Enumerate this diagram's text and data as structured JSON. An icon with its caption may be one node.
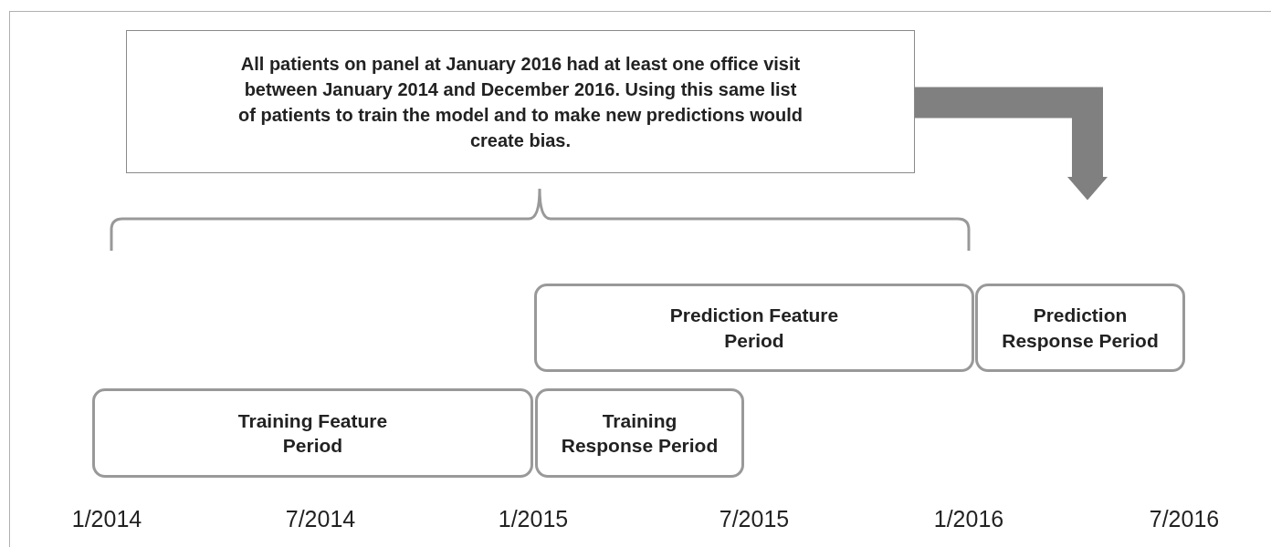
{
  "diagram": {
    "nodes": [
      {
        "text": [
          "All patients on panel at January 2016 had at least one office visit between January 2014 and December 2016. Using this same list of patients to train the model and to make new predictions would create bias."
        ]
      },
      {
        "text": [
          "Prediction Feature Period"
        ]
      },
      {
        "text": [
          "Prediction Response Period"
        ]
      },
      {
        "text": [
          "Training Feature Period"
        ]
      },
      {
        "text": [
          "Training Response Period"
        ]
      }
    ],
    "edges": [
      {
        "from": 0,
        "to": 2,
        "arrow": "to"
      }
    ],
    "labels": [
      "1/2014",
      "7/2014",
      "1/2015",
      "7/2015",
      "1/2016",
      "7/2016"
    ]
  }
}
